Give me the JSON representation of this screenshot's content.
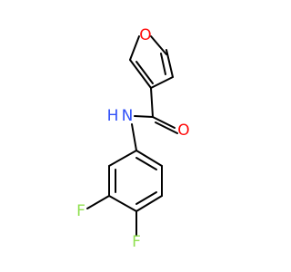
{
  "molecule": {
    "atoms": {
      "oxygen_ring": {
        "symbol": "O",
        "color": "#ff0d0d"
      },
      "oxygen_carbonyl": {
        "symbol": "O",
        "color": "#ff0d0d"
      },
      "nitrogen": {
        "symbol": "N",
        "color": "#3050f8"
      },
      "hydrogen_amide": {
        "symbol": "H",
        "color": "#3050f8"
      },
      "fluorine_1": {
        "symbol": "F",
        "color": "#90e050"
      },
      "fluorine_2": {
        "symbol": "F",
        "color": "#90e050"
      }
    },
    "bond_color": "#000000"
  }
}
